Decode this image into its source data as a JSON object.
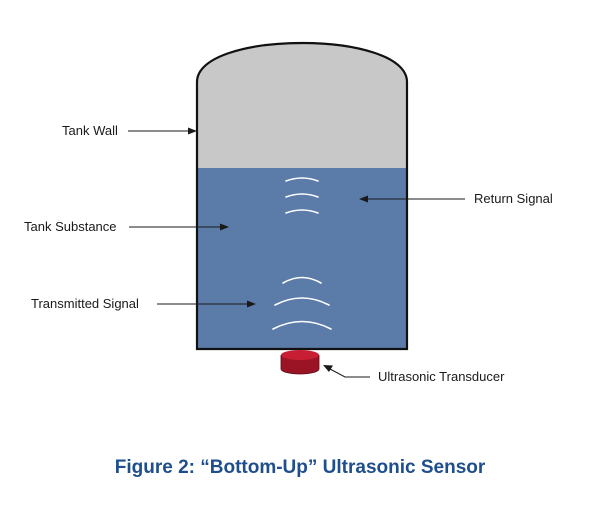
{
  "labels": {
    "tank_wall": "Tank Wall",
    "tank_substance": "Tank Substance",
    "transmitted_signal": "Transmitted Signal",
    "return_signal": "Return Signal",
    "ultrasonic_transducer": "Ultrasonic Transducer"
  },
  "caption": "Figure 2: “Bottom-Up” Ultrasonic Sensor",
  "colors": {
    "tank_air": "#c8c8c8",
    "tank_substance": "#5b7ba8",
    "tank_outline": "#111111",
    "transducer": "#b0182c",
    "caption": "#1f4e8c"
  }
}
